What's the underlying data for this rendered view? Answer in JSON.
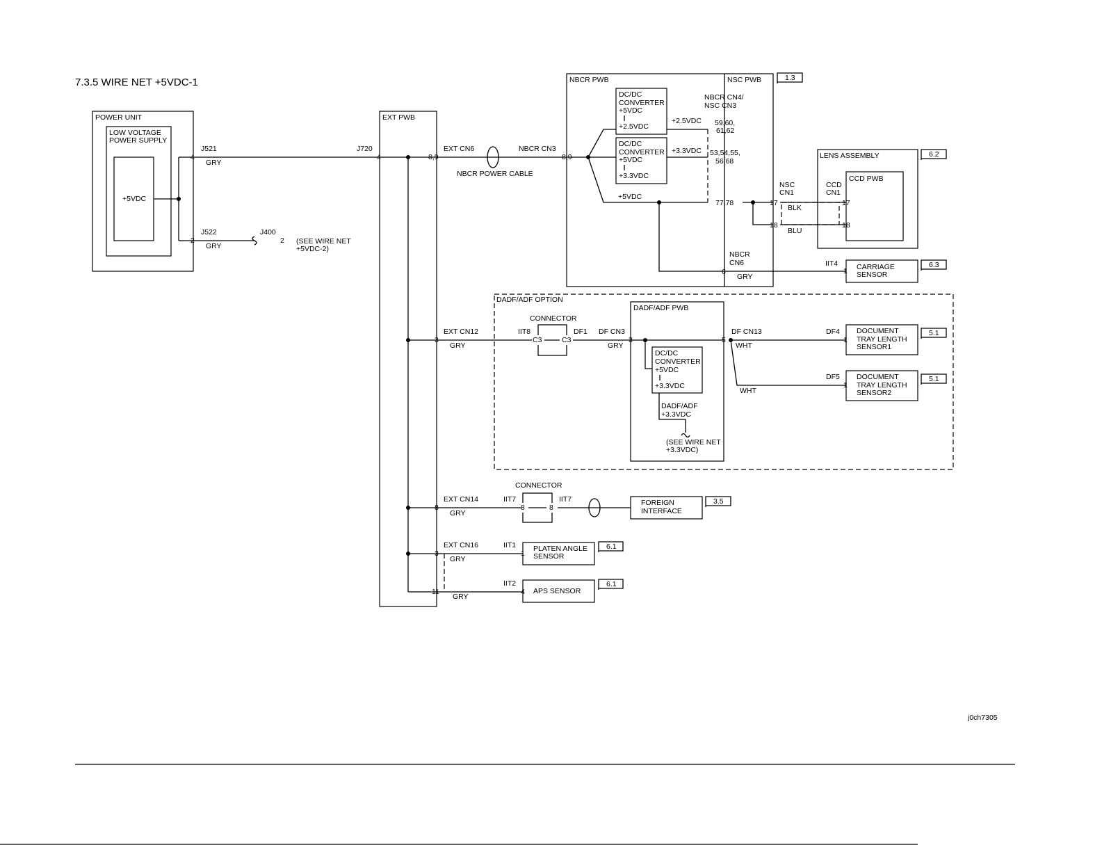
{
  "title": "7.3.5 WIRE NET +5VDC-1",
  "figure_id": "j0ch7305",
  "blocks": {
    "power_unit": "POWER UNIT",
    "lvps_line1": "LOW VOLTAGE",
    "lvps_line2": "POWER SUPPLY",
    "lvps_output": "+5VDC",
    "ext_pwb": "EXT PWB",
    "nbcr_pwb": "NBCR PWB",
    "nsc_pwb": "NSC PWB",
    "dcdc_a": [
      "DC/DC",
      "CONVERTER",
      "+5VDC",
      "+2.5VDC"
    ],
    "dcdc_b": [
      "DC/DC",
      "CONVERTER",
      "+5VDC",
      "+3.3VDC"
    ],
    "dcdc_c": [
      "DC/DC",
      "CONVERTER",
      "+5VDC",
      "+3.3VDC"
    ],
    "lens_assembly": "LENS ASSEMBLY",
    "ccd_pwb": "CCD PWB",
    "carriage_sensor": [
      "CARRIAGE",
      "SENSOR"
    ],
    "dadf_option": "DADF/ADF OPTION",
    "dadf_pwb": "DADF/ADF PWB",
    "doc_tray_1": [
      "DOCUMENT",
      "TRAY LENGTH",
      "SENSOR1"
    ],
    "doc_tray_2": [
      "DOCUMENT",
      "TRAY LENGTH",
      "SENSOR2"
    ],
    "foreign_interface": [
      "FOREIGN",
      "INTERFACE"
    ],
    "platen_angle": [
      "PLATEN ANGLE",
      "SENSOR"
    ],
    "aps_sensor": "APS SENSOR"
  },
  "refs": {
    "nsc": "1.3",
    "lens": "6.2",
    "carriage": "6.3",
    "doc1": "5.1",
    "doc2": "5.1",
    "foreign": "3.5",
    "platen": "6.1",
    "aps": "6.1"
  },
  "labels": {
    "j521": "J521",
    "j522": "J522",
    "j400": "J400",
    "j720": "J720",
    "gry": "GRY",
    "blk": "BLK",
    "blu": "BLU",
    "wht": "WHT",
    "see_5vdc2": [
      "(SEE WIRE NET",
      "+5VDC-2)"
    ],
    "see_33vdc": [
      "(SEE WIRE NET",
      "+3.3VDC)"
    ],
    "ext_cn6": "EXT CN6",
    "nbcr_cn3": "NBCR CN3",
    "nbcr_power_cable": "NBCR POWER CABLE",
    "nbcr_cn4": [
      "NBCR CN4/",
      "NSC CN3"
    ],
    "pins_2v5": [
      "59,60,",
      "61,62"
    ],
    "pins_3v3": [
      "53,54,55,",
      "56,68"
    ],
    "pins_5v": "77,78",
    "rail_2v5": "+2.5VDC",
    "rail_3v3": "+3.3VDC",
    "rail_5v": "+5VDC",
    "nsc_cn1": [
      "NSC",
      "CN1"
    ],
    "ccd_cn1": [
      "CCD",
      "CN1"
    ],
    "nbcr_cn6": [
      "NBCR",
      "CN6"
    ],
    "iit4": "IIT4",
    "ext_cn12": "EXT CN12",
    "connector": "CONNECTOR",
    "iit8": "IIT8",
    "df1": "DF1",
    "c3": "C3",
    "df_cn3": "DF CN3",
    "df_cn13": "DF CN13",
    "df4": "DF4",
    "df5": "DF5",
    "dadf_rail": [
      "DADF/ADF",
      "+3.3VDC"
    ],
    "ext_cn14": "EXT CN14",
    "iit7": "IIT7",
    "ext_cn16": "EXT CN16",
    "iit1": "IIT1",
    "iit2": "IIT2"
  },
  "pins": {
    "p4": "4",
    "p2": "2",
    "p89": "8,9",
    "p17": "17",
    "p18": "18",
    "p6": "6",
    "p1": "1",
    "p3": "3",
    "p5": "5",
    "p8": "8",
    "p11": "11"
  }
}
